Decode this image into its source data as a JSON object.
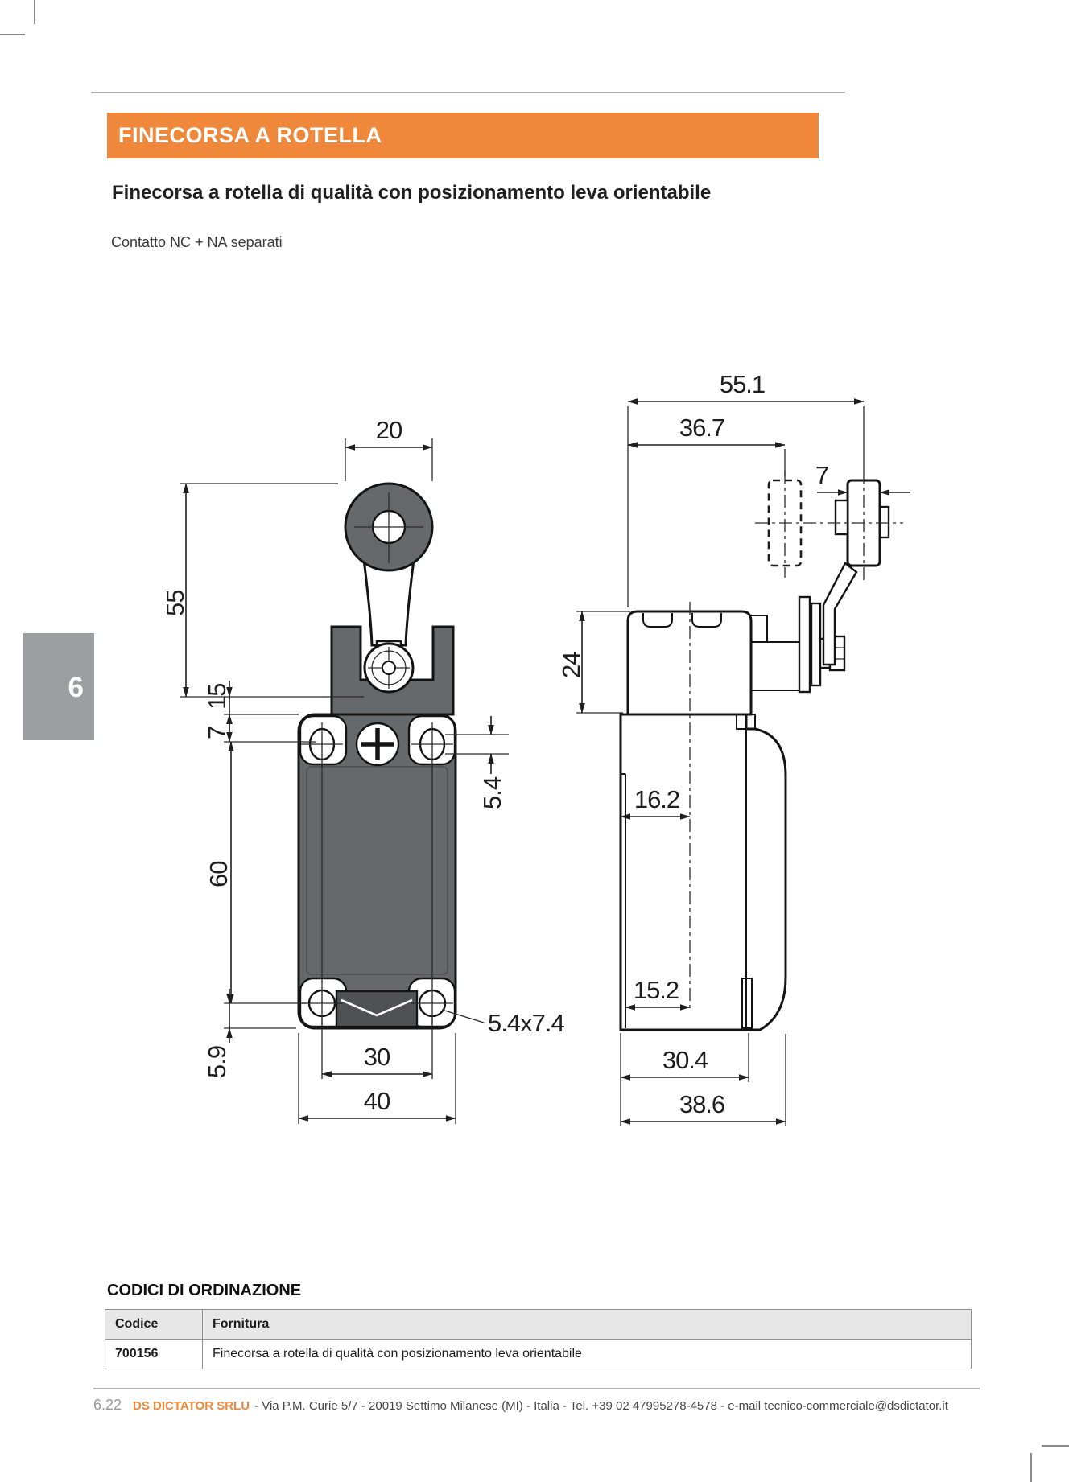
{
  "header": {
    "section_title": "FINECORSA A ROTELLA",
    "accent_color": "#f0883c",
    "title": "Finecorsa a rotella di qualità con posizionamento leva orientabile",
    "subtitle": "Contatto NC + NA separati"
  },
  "side_tab": {
    "label": "6"
  },
  "drawings": {
    "front": {
      "roller_diameter": "20",
      "lever_length": "55",
      "pivot_offset": "15",
      "hole_top_offset": "7",
      "hole_spacing": "60",
      "hole_bottom_offset": "5.9",
      "hole_pitch": "30",
      "body_width": "40",
      "hole_width": "5.4",
      "slot_size": "5.4x7.4"
    },
    "side": {
      "overall_depth": "55.1",
      "lever_reach": "36.7",
      "roller_width": "7",
      "head_height": "24",
      "upper_depth": "16.2",
      "lower_depth": "15.2",
      "body_depth": "30.4",
      "total_depth": "38.6"
    }
  },
  "ordering": {
    "heading": "CODICI DI ORDINAZIONE",
    "columns": [
      "Codice",
      "Fornitura"
    ],
    "rows": [
      {
        "code": "700156",
        "description": "Finecorsa a rotella di qualità con posizionamento leva orientabile"
      }
    ]
  },
  "footer": {
    "page_number": "6.22",
    "company": "DS DICTATOR SRLU",
    "details": "- Via P.M. Curie 5/7 - 20019 Settimo Milanese (MI) - Italia - Tel. +39 02 47995278-4578 - e-mail tecnico-commerciale@dsdictator.it"
  }
}
